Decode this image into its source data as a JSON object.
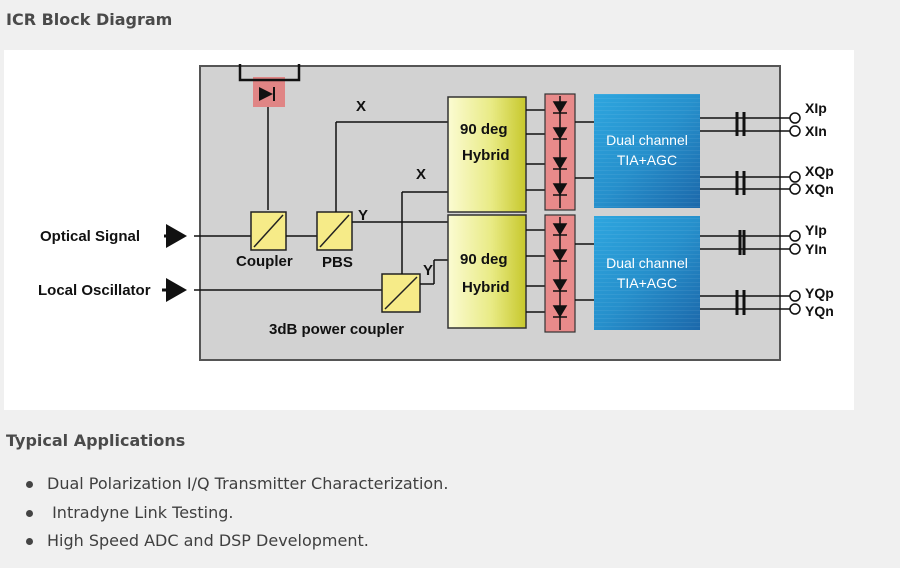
{
  "header": {
    "title": "ICR Block Diagram"
  },
  "diagram": {
    "inputs": {
      "optical_signal": "Optical Signal",
      "local_oscillator": "Local Oscillator"
    },
    "components": {
      "coupler": "Coupler",
      "pbs": "PBS",
      "power_coupler": "3dB power coupler",
      "hybrid_top": [
        "90 deg",
        "Hybrid"
      ],
      "hybrid_bottom": [
        "90 deg",
        "Hybrid"
      ],
      "tia_top": [
        "Dual channel",
        "TIA+AGC"
      ],
      "tia_bottom": [
        "Dual channel",
        "TIA+AGC"
      ]
    },
    "path_labels": {
      "x_top": "X",
      "x_mid": "X",
      "y_pbs": "Y",
      "y_lo": "Y"
    },
    "outputs": [
      "XIp",
      "XIn",
      "XQp",
      "XQn",
      "YIp",
      "YIn",
      "YQp",
      "YQn"
    ]
  },
  "applications": {
    "title": "Typical Applications",
    "items": [
      "Dual Polarization I/Q Transmitter Characterization.",
      " Intradyne Link Testing.",
      "High Speed ADC and DSP Development."
    ]
  }
}
